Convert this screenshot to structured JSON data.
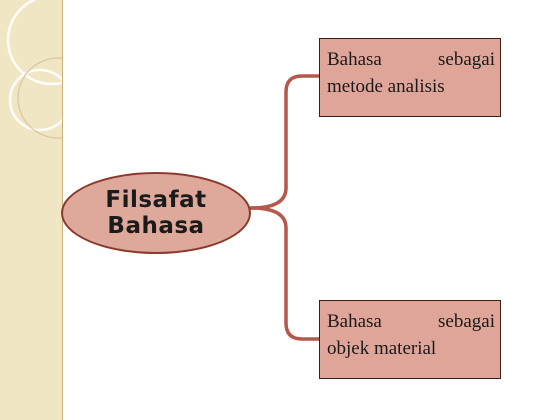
{
  "central": {
    "line1": "Filsafat",
    "line2": "Bahasa"
  },
  "branches": [
    {
      "word1": "Bahasa",
      "word2": "sebagai",
      "line2": "metode analisis"
    },
    {
      "word1": "Bahasa",
      "word2": "sebagai",
      "line2": "objek material"
    }
  ],
  "colors": {
    "node_fill": "#dea89b",
    "node_border": "#8a3a2c",
    "box_fill": "#dfa598",
    "connector": "#b5574a",
    "side_panel": "#f1e6c4"
  }
}
